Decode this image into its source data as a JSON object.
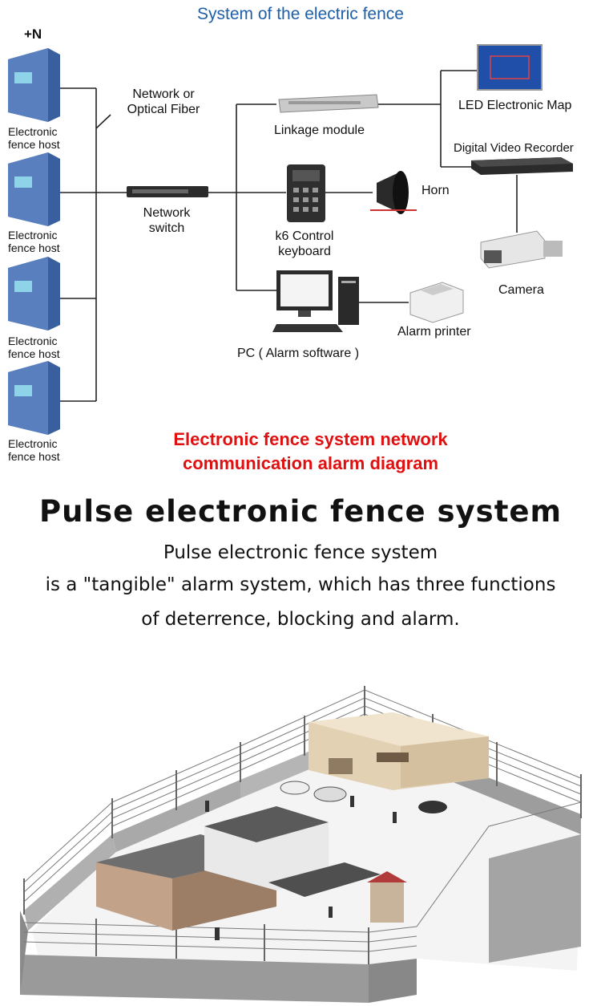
{
  "diagram": {
    "title": "System of the electric fence",
    "plus_n": "+N",
    "host_label_line1": "Electronic",
    "host_label_line2": "fence host",
    "network_fiber": [
      "Network or",
      "Optical Fiber"
    ],
    "network_switch": [
      "Network",
      "switch"
    ],
    "linkage_module": "Linkage module",
    "k6_keyboard": [
      "k6 Control",
      "keyboard"
    ],
    "horn": "Horn",
    "led_map": "LED Electronic Map",
    "dvr": "Digital Video Recorder",
    "camera": "Camera",
    "pc": "PC ( Alarm software )",
    "alarm_printer": "Alarm printer",
    "caption": [
      "Electronic fence system network",
      "communication alarm diagram"
    ]
  },
  "section": {
    "heading": "Pulse electronic fence system",
    "lines": [
      "Pulse electronic fence system",
      "is a \"tangible\" alarm system, which has three functions",
      "of deterrence, blocking and alarm."
    ]
  },
  "colors": {
    "title_blue": "#1f5fa8",
    "caption_red": "#e01010",
    "host_blue": "#3a5f9e",
    "wire": "#222222"
  }
}
